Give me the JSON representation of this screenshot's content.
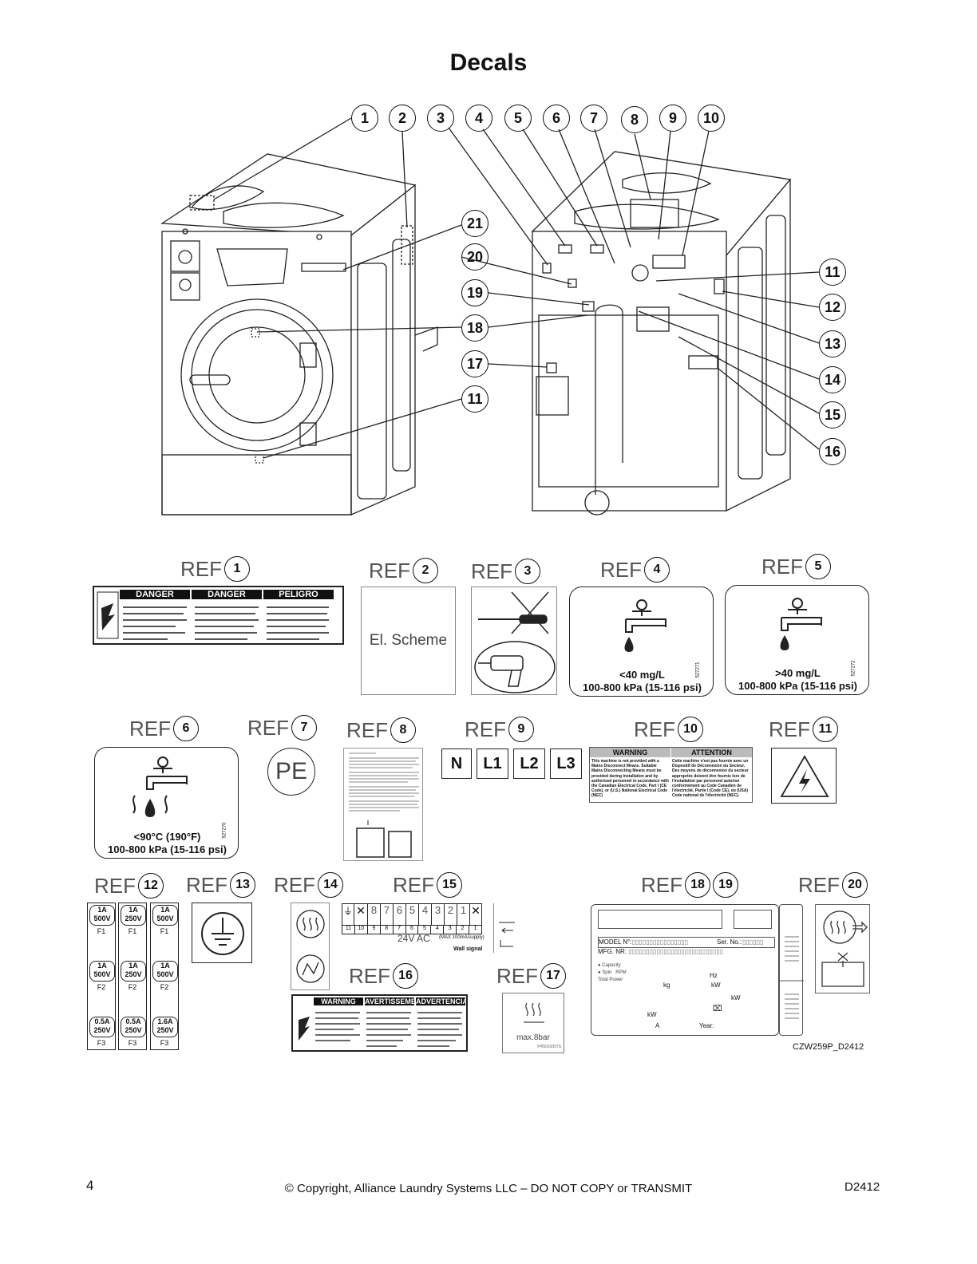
{
  "title": "Decals",
  "callouts_top": [
    "1",
    "2",
    "3",
    "4",
    "5",
    "6",
    "7",
    "8",
    "9",
    "10"
  ],
  "callouts_mid": [
    "21",
    "20",
    "19",
    "18",
    "17",
    "11"
  ],
  "callouts_right": [
    "11",
    "12",
    "13",
    "14",
    "15",
    "16"
  ],
  "ref_word": "REF",
  "refs": {
    "r1": "1",
    "r2": "2",
    "r3": "3",
    "r4": "4",
    "r5": "5",
    "r6": "6",
    "r7": "7",
    "r8": "8",
    "r9": "9",
    "r10": "10",
    "r11": "11",
    "r12": "12",
    "r13": "13",
    "r14": "14",
    "r15": "15",
    "r16": "16",
    "r17": "17",
    "r18": "18",
    "r19": "19",
    "r20": "20"
  },
  "danger_labels": [
    "DANGER",
    "DANGER",
    "PELIGRO"
  ],
  "warning_labels": [
    "WARNING",
    "AVERTISSEMENT",
    "ADVERTENCIA"
  ],
  "el_scheme": "El. Scheme",
  "decal4": {
    "line1": "<40 mg/L",
    "line2": "100-800 kPa (15-116 psi)"
  },
  "decal5": {
    "line1": ">40 mg/L",
    "line2": "100-800 kPa (15-116 psi)"
  },
  "decal6": {
    "line1": "<90°C (190°F)",
    "line2": "100-800 kPa (15-116 psi)"
  },
  "pe": "PE",
  "terminals": [
    "N",
    "L1",
    "L2",
    "L3"
  ],
  "decal10": {
    "warning": "WARNING",
    "attention": "ATTENTION",
    "en": "This machine is not provided with a Mains Disconnect Means. Suitable Mains Disconnecting Means must be provided during installation and by authorized personnel in accordance with the Canadian Electrical Code, Part I (CE Code), or (U.S.) National Electrical Code (NEC)",
    "fr": "Cette machine n'est pas fournie avec un Dispositif de Déconnexion du Secteur. Des moyens de déconnexion du secteur appropriés doivent être fournis lors de l'installation par personnel autorisé conformément au Code Canadien de l'électricité, Partie I (Code CE), ou (USA) Code national de l'électricité (NEC)."
  },
  "fuses": {
    "col1": [
      [
        "1A",
        "500V",
        "F1"
      ],
      [
        "1A",
        "500V",
        "F2"
      ],
      [
        "0.5A",
        "250V",
        "F3"
      ]
    ],
    "col2": [
      [
        "1A",
        "250V",
        "F1"
      ],
      [
        "1A",
        "250V",
        "F2"
      ],
      [
        "0.5A",
        "250V",
        "F3"
      ]
    ],
    "col3": [
      [
        "1A",
        "500V",
        "F1"
      ],
      [
        "1A",
        "500V",
        "F2"
      ],
      [
        "1.6A",
        "250V",
        "F3"
      ]
    ]
  },
  "decal15": {
    "top": [
      "8",
      "7",
      "6",
      "5",
      "4",
      "3",
      "2",
      "1"
    ],
    "bottom": [
      "11",
      "10",
      "9",
      "8",
      "7",
      "6",
      "5",
      "4",
      "3",
      "2",
      "1"
    ],
    "voltage": "24V AC",
    "max": "(MAX 100mA/supply)",
    "wall": "Wall signal"
  },
  "decal17": {
    "text": "max.8bar",
    "code": "PR5010007S"
  },
  "nameplate": {
    "model": "MODEL N°:",
    "ser": "Ser. No.:",
    "mfg": "MFG. NR:",
    "kw": "kW",
    "kg": "kg",
    "hz": "Hz",
    "a": "A",
    "year": "Year:"
  },
  "doc_code": "CZW259P_D2412",
  "footer": {
    "page": "4",
    "copyright": "© Copyright, Alliance Laundry Systems LLC – DO NOT COPY or TRANSMIT",
    "code": "D2412"
  },
  "part_codes": {
    "d4": "527271",
    "d5": "527272",
    "d6": "527270"
  }
}
